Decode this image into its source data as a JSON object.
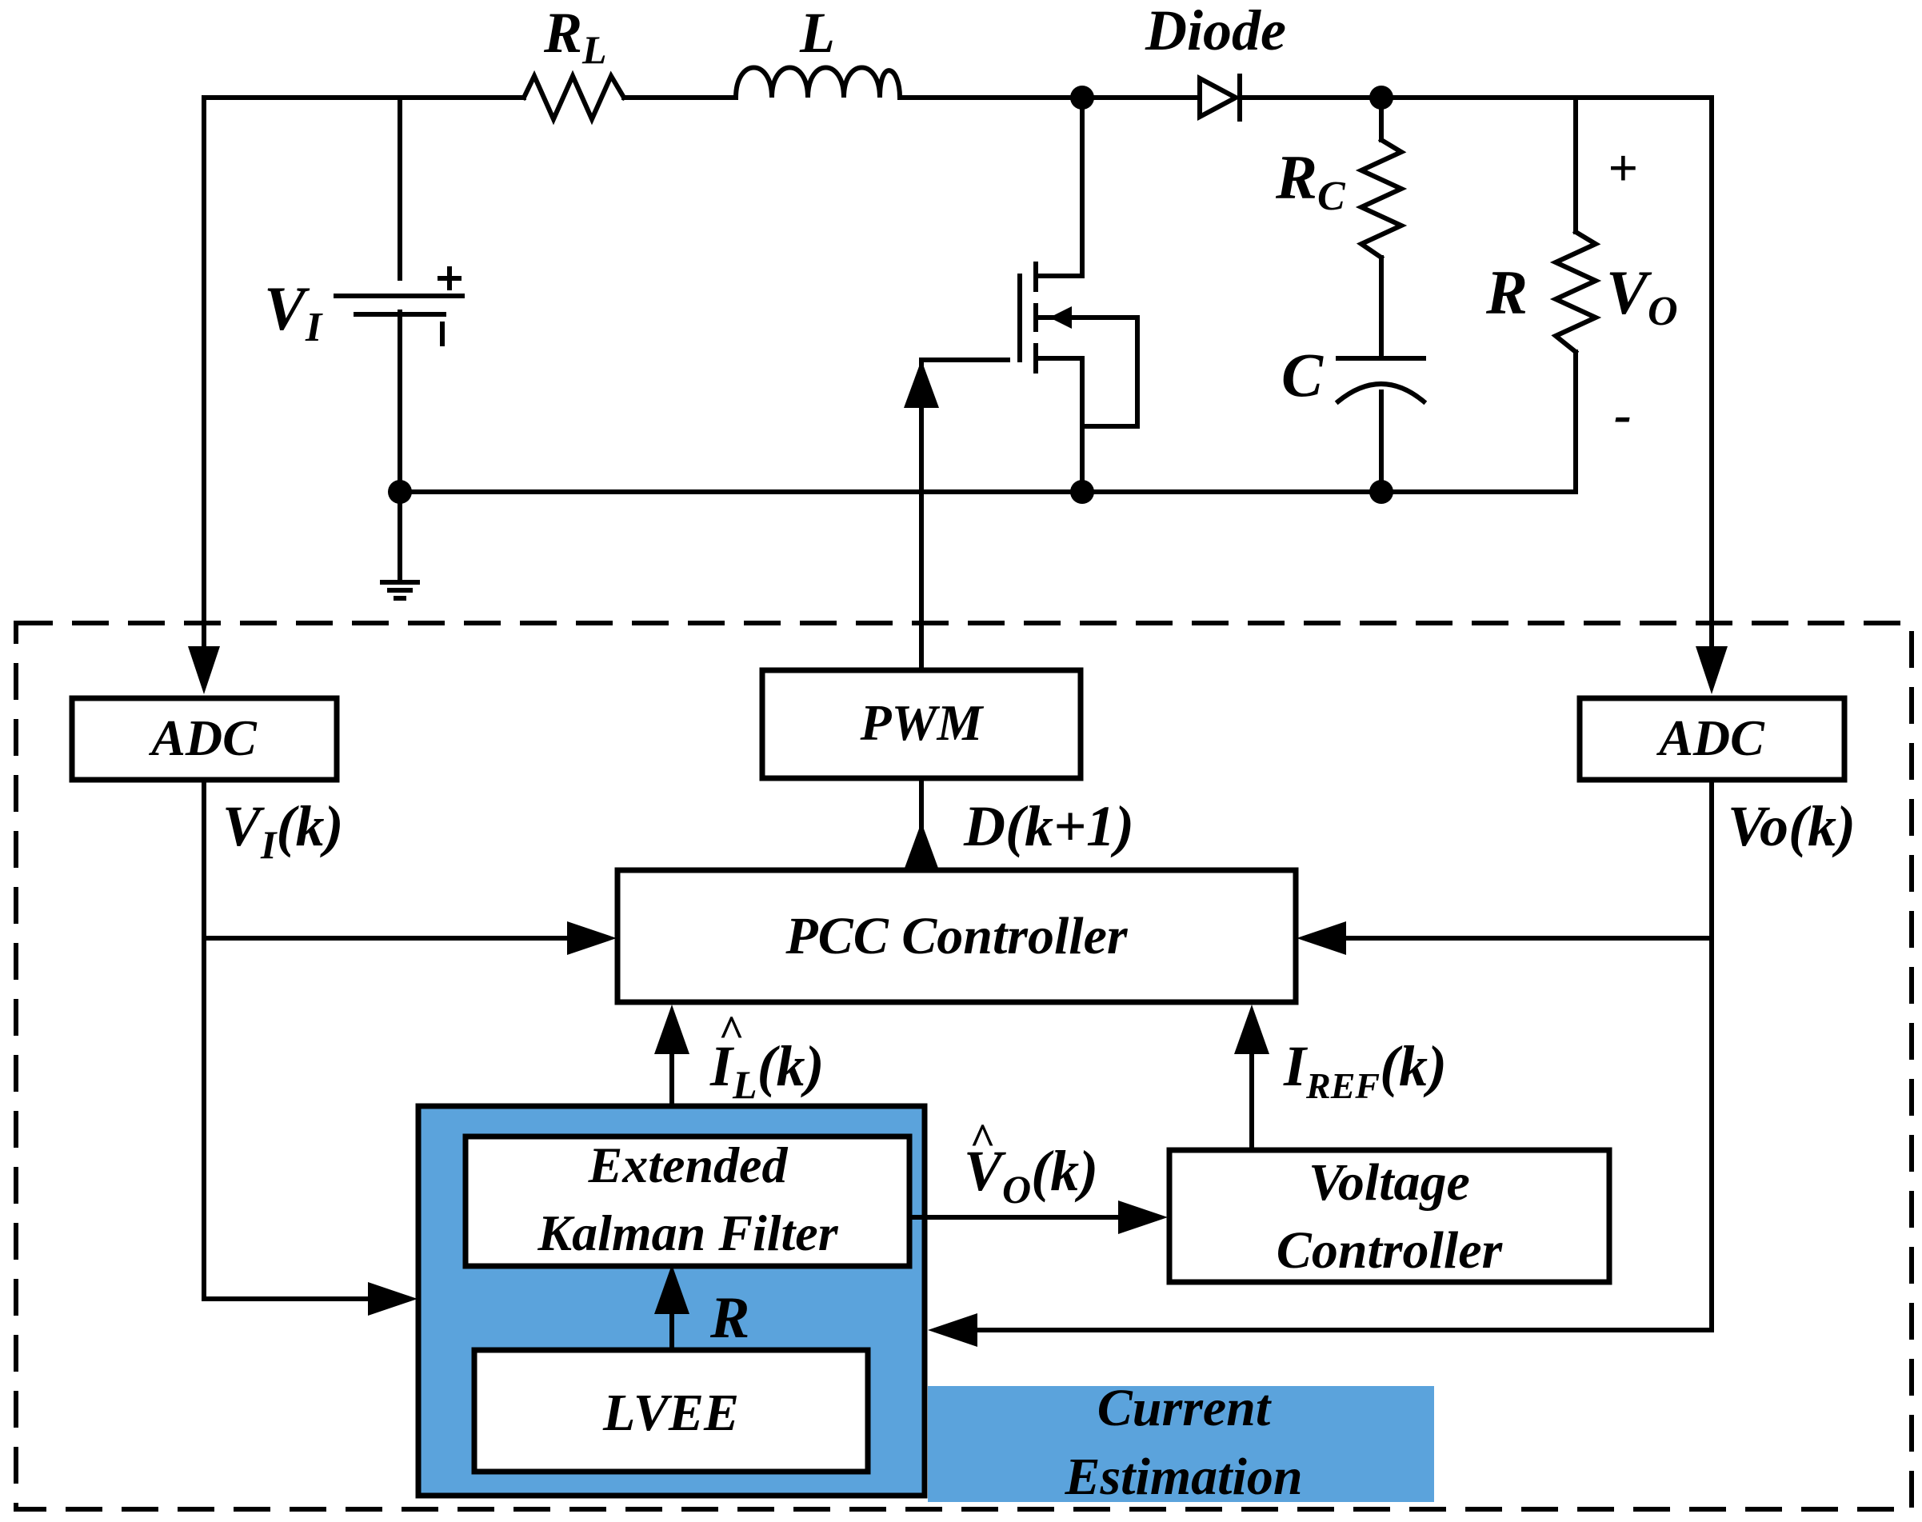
{
  "colors": {
    "accent_blue": "#5BA3DC",
    "line": "#000000",
    "background": "#ffffff"
  },
  "circuit": {
    "resistor_l": {
      "main": "R",
      "sub": "L"
    },
    "inductor": "L",
    "diode": "Diode",
    "resistor_c": {
      "main": "R",
      "sub": "C"
    },
    "capacitor": "C",
    "load_resistor": "R",
    "output_voltage": {
      "main": "V",
      "sub": "O"
    },
    "input_voltage": {
      "main": "V",
      "sub": "I"
    },
    "plus_sign": "+",
    "minus_sign": "-"
  },
  "controller": {
    "adc_left": "ADC",
    "adc_right": "ADC",
    "pwm": "PWM",
    "pcc_controller": "PCC Controller",
    "ekf_line1": "Extended",
    "ekf_line2": "Kalman Filter",
    "lvee": "LVEE",
    "voltage_controller_line1": "Voltage",
    "voltage_controller_line2": "Controller",
    "current_estimation_line1": "Current",
    "current_estimation_line2": "Estimation"
  },
  "signals": {
    "vi_k": {
      "main": "V",
      "sub": "I",
      "arg": "(k)"
    },
    "vo_k": "Vo(k)",
    "duty": "D(k+1)",
    "il_hat": {
      "main": "I",
      "sub": "L",
      "arg": "(k)",
      "hat": "^"
    },
    "vo_hat": {
      "main": "V",
      "sub": "O",
      "arg": "(k)",
      "hat": "^"
    },
    "iref": {
      "main": "I",
      "sub": "REF",
      "arg": "(k)"
    },
    "r_estimate": "R"
  }
}
